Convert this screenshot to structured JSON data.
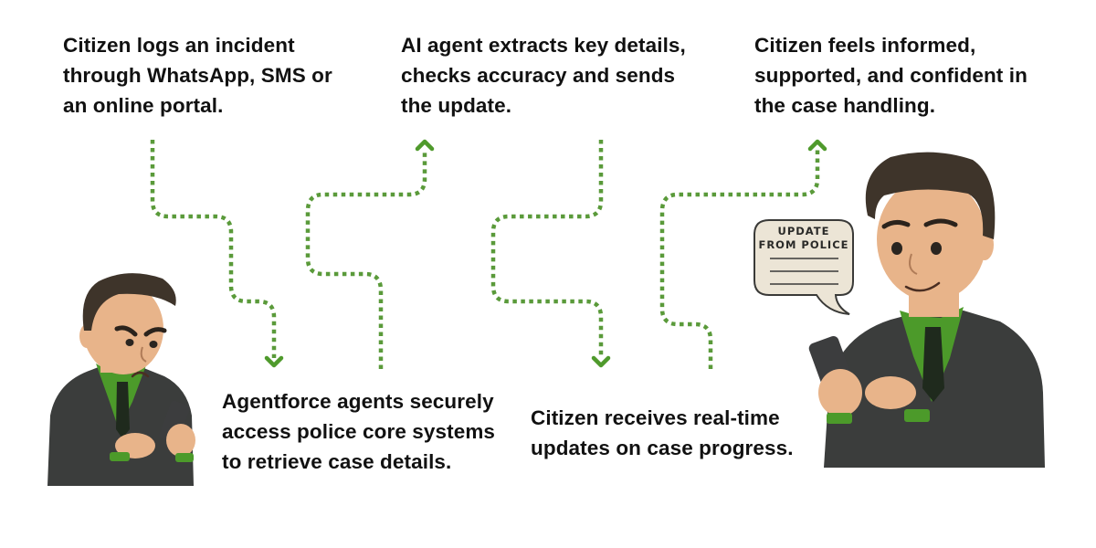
{
  "colors": {
    "path_green": "#5a9a3a",
    "arrow_green": "#4f9a2c",
    "text": "#111111",
    "suit": "#3b3d3c",
    "shirt": "#4c9a2a",
    "skin": "#e8b48a",
    "hair": "#3e342a",
    "bubble_fill": "#ece5d6",
    "bubble_stroke": "#3a3a38"
  },
  "steps": [
    {
      "id": "step-1",
      "lines": [
        "Citizen logs an incident",
        "through WhatsApp, SMS or",
        "an online portal."
      ]
    },
    {
      "id": "step-2",
      "lines": [
        "Agentforce agents securely",
        "access police core systems",
        "to retrieve case details."
      ]
    },
    {
      "id": "step-3",
      "lines": [
        "AI agent extracts key details,",
        "checks accuracy and sends",
        "the update."
      ]
    },
    {
      "id": "step-4",
      "lines": [
        "Citizen receives real-time",
        "updates on case progress."
      ]
    },
    {
      "id": "step-5",
      "lines": [
        "Citizen feels informed,",
        "supported, and confident in",
        "the case handling."
      ]
    }
  ],
  "connectors": [
    {
      "from": "step-1",
      "to": "step-2",
      "direction": "down",
      "icon": "arrow-down-icon"
    },
    {
      "from": "step-2",
      "to": "step-3",
      "direction": "up",
      "icon": "arrow-up-icon"
    },
    {
      "from": "step-3",
      "to": "step-4",
      "direction": "down",
      "icon": "arrow-down-icon"
    },
    {
      "from": "step-4",
      "to": "step-5",
      "direction": "up",
      "icon": "arrow-up-icon"
    }
  ],
  "characters": {
    "frustrated": {
      "label": "frustrated-citizen-with-phone",
      "mood": "frustrated"
    },
    "happy": {
      "label": "happy-citizen-with-phone",
      "mood": "satisfied"
    }
  },
  "speech_bubble": {
    "line1": "UPDATE",
    "line2": "FROM POLICE"
  }
}
